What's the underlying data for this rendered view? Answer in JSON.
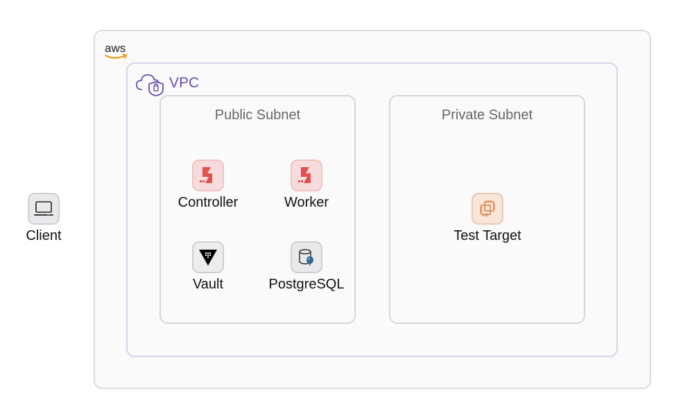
{
  "aws": {
    "logo_text": "aws"
  },
  "vpc": {
    "label": "VPC"
  },
  "public_subnet": {
    "title": "Public Subnet",
    "nodes": [
      {
        "label": "Controller",
        "icon": "boundary-icon"
      },
      {
        "label": "Worker",
        "icon": "boundary-icon"
      },
      {
        "label": "Vault",
        "icon": "vault-icon"
      },
      {
        "label": "PostgreSQL",
        "icon": "postgresql-icon"
      }
    ]
  },
  "private_subnet": {
    "title": "Private Subnet",
    "nodes": [
      {
        "label": "Test Target",
        "icon": "ec2-instance-icon"
      }
    ]
  },
  "client": {
    "label": "Client",
    "icon": "laptop-icon"
  },
  "colors": {
    "boundary_red": "#e0514f",
    "vpc_purple": "#6a4fb0",
    "ec2_orange": "#d67a3a",
    "aws_orange": "#f29a1a"
  }
}
